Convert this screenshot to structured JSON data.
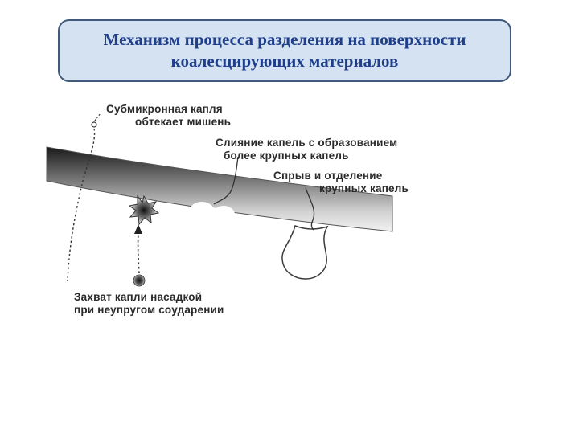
{
  "title": {
    "line1": "Механизм процесса разделения на поверхности",
    "line2": "коалесцирующих материалов"
  },
  "labels": {
    "submicron": {
      "line1": "Субмикронная капля",
      "line2": "обтекает мишень"
    },
    "merge": {
      "line1": "Слияние капель с образованием",
      "line2": "более крупных капель"
    },
    "detach": {
      "line1": "Спрыв и отделение",
      "line2": "крупных капель"
    },
    "capture": {
      "line1": "Захват капли насадкой",
      "line2": "при неупругом соударении"
    }
  },
  "colors": {
    "title_bg": "#d4e2f1",
    "title_border": "#41597a",
    "title_text": "#1f3f8a",
    "fiber_dark": "#1a1a1a",
    "fiber_light": "#f2f2f2"
  }
}
